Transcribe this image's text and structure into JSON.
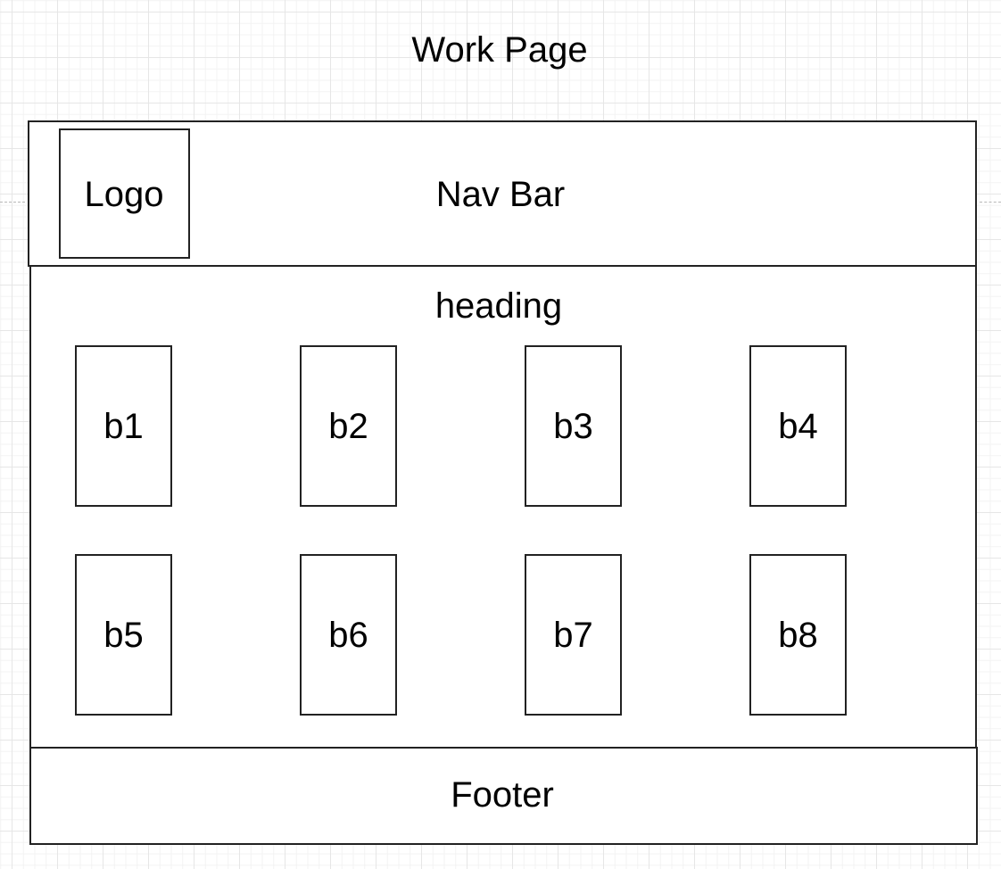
{
  "page_title": "Work Page",
  "navbar": {
    "logo_label": "Logo",
    "label": "Nav Bar"
  },
  "content": {
    "heading": "heading",
    "blocks": [
      "b1",
      "b2",
      "b3",
      "b4",
      "b5",
      "b6",
      "b7",
      "b8"
    ]
  },
  "footer": {
    "label": "Footer"
  }
}
